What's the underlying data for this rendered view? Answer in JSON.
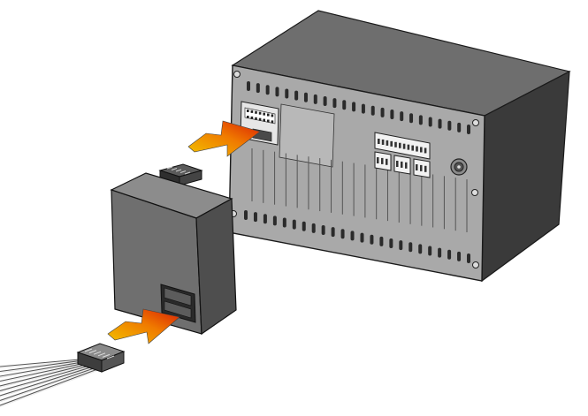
{
  "diagram": {
    "components": [
      {
        "name": "head-unit",
        "description_visible": false
      },
      {
        "name": "interface-adapter-box",
        "description_visible": false
      },
      {
        "name": "wire-harness-connector",
        "description_visible": false
      }
    ],
    "arrows": [
      {
        "name": "arrow-adapter-to-head-unit"
      },
      {
        "name": "arrow-harness-to-adapter"
      }
    ],
    "colors": {
      "unit_front": "#a9a9a9",
      "unit_side": "#3a3a3a",
      "unit_top": "#6e6e6e",
      "adapter_front": "#6f6f6f",
      "adapter_side": "#4e4e4e",
      "adapter_top": "#8c8c8c",
      "arrow_gradient_start": "#f2c200",
      "arrow_gradient_mid": "#f07a00",
      "arrow_gradient_end": "#d81e05",
      "outline": "#1a1a1a"
    }
  }
}
